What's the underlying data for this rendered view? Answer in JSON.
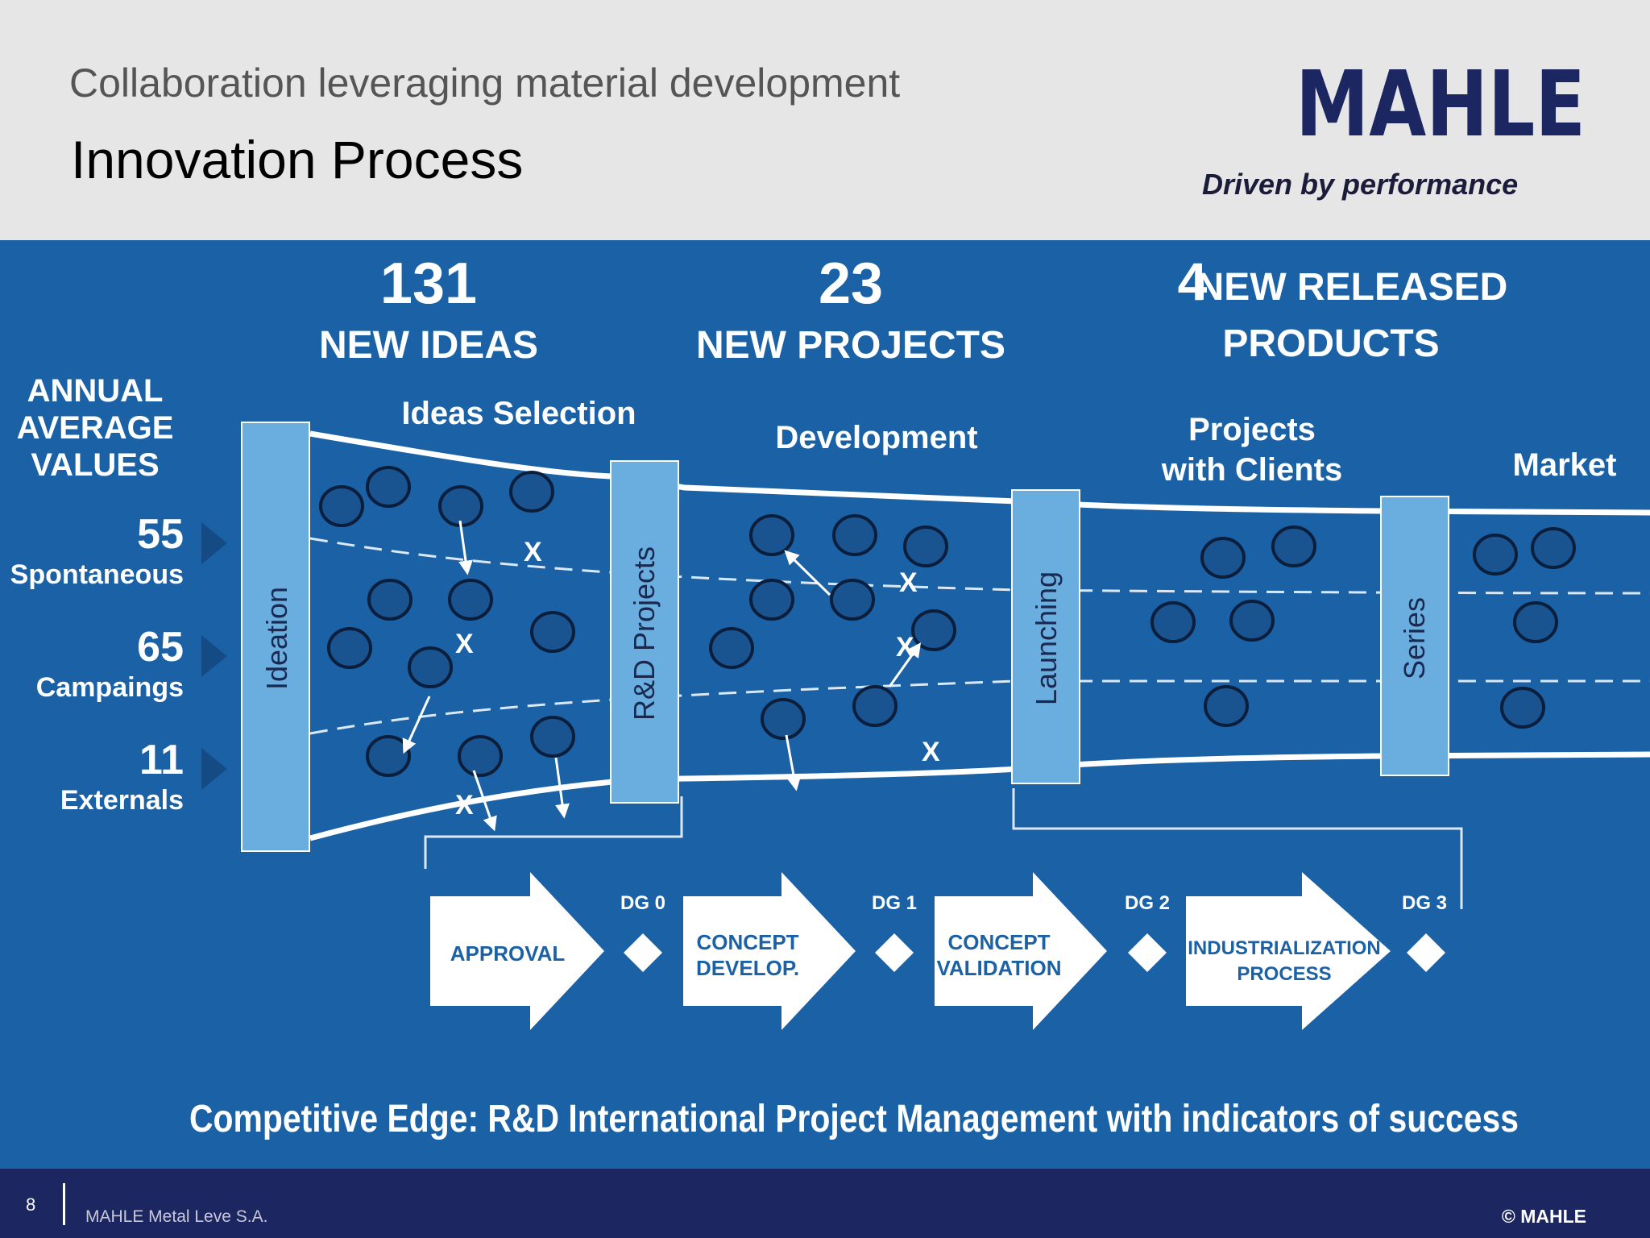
{
  "header": {
    "subtitle": "Collaboration leveraging material development",
    "title": "Innovation Process",
    "logo_text": "MAHLE",
    "tagline": "Driven by performance",
    "brand_color": "#1c2660"
  },
  "diagram": {
    "annual_label": [
      "ANNUAL",
      "AVERAGE",
      "VALUES"
    ],
    "sources": [
      {
        "value": "55",
        "label": "Spontaneous"
      },
      {
        "value": "65",
        "label": "Campaings"
      },
      {
        "value": "11",
        "label": "Externals"
      }
    ],
    "counts": [
      {
        "number": "131",
        "label": "NEW IDEAS"
      },
      {
        "number": "23",
        "label": "NEW PROJECTS"
      },
      {
        "number": "4",
        "label_line1": "NEW RELEASED",
        "label_line2": "PRODUCTS"
      }
    ],
    "stages": {
      "ideas_selection": "Ideas Selection",
      "development": "Development",
      "projects_with_clients_line1": "Projects",
      "projects_with_clients_line2": "with Clients",
      "market": "Market"
    },
    "gates": [
      "Ideation",
      "R&D Projects",
      "Launching",
      "Series"
    ],
    "steps": [
      {
        "line1": "APPROVAL",
        "line2": ""
      },
      {
        "line1": "CONCEPT",
        "line2": "DEVELOP."
      },
      {
        "line1": "CONCEPT",
        "line2": "VALIDATION"
      },
      {
        "line1": "INDUSTRIALIZATION",
        "line2": "PROCESS"
      }
    ],
    "decision_gates": [
      "DG 0",
      "DG 1",
      "DG 2",
      "DG 3"
    ],
    "reject_mark": "X",
    "bottom_caption": "Competitive Edge: R&D International Project Management with indicators of success",
    "colors": {
      "panel": "#1b61a6",
      "gate": "#6aaee0",
      "circle": "#1a5490",
      "arrow_fill": "#ffffff",
      "step_text": "#1b61a6"
    }
  },
  "footer": {
    "page_number": "8",
    "company": "MAHLE Metal Leve S.A.",
    "copyright": "© MAHLE"
  }
}
